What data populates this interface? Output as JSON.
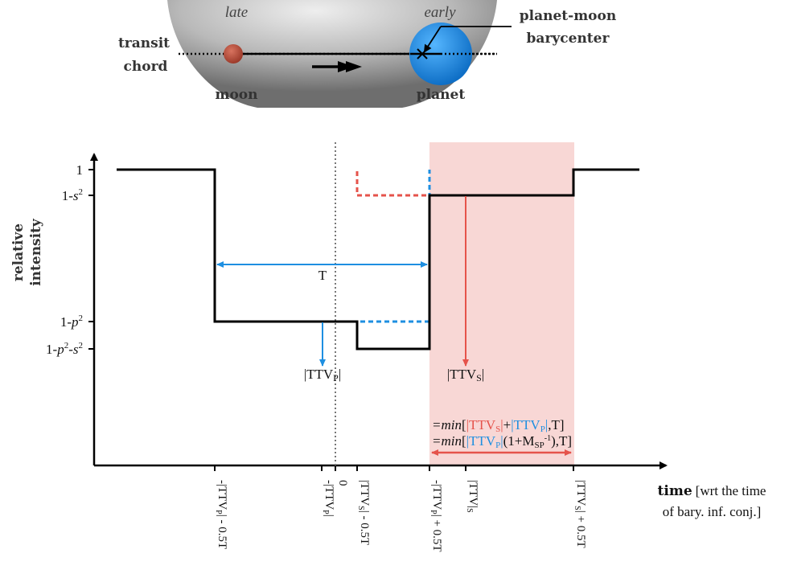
{
  "schematic": {
    "late": "late",
    "early": "early",
    "transit_chord": [
      "transit",
      "chord"
    ],
    "barycenter": [
      "planet-moon",
      "barycenter"
    ],
    "moon": "moon",
    "planet": "planet"
  },
  "axes": {
    "ylabel": [
      "relative",
      "intensity"
    ],
    "xlabel_bold": "time",
    "xlabel_rest": [
      "[wrt the time",
      "of bary. inf. conj.]"
    ],
    "y_ticks": [
      "1",
      "1-s²",
      "1-p²",
      "1-p²-s²"
    ],
    "x_ticks": [
      "-|TTVP| - 0.5T",
      "-|TTVP|",
      "0",
      "|TTVS| - 0.5T",
      "-|TTVP| + 0.5T",
      "|TTV|S",
      "|TTVS| + 0.5T"
    ]
  },
  "annotations": {
    "T": "T",
    "ttv_p": "|TTVP|",
    "ttv_s": "|TTVS|",
    "formula1": "=min[|TTVS|+|TTVP|,T]",
    "formula2": "=min[|TTVP|(1+MSP⁻¹),T]"
  },
  "colors": {
    "planet": "#1e8fe1",
    "moon": "#e5534b",
    "shade": "#f8d7d5",
    "axis": "#000000"
  }
}
